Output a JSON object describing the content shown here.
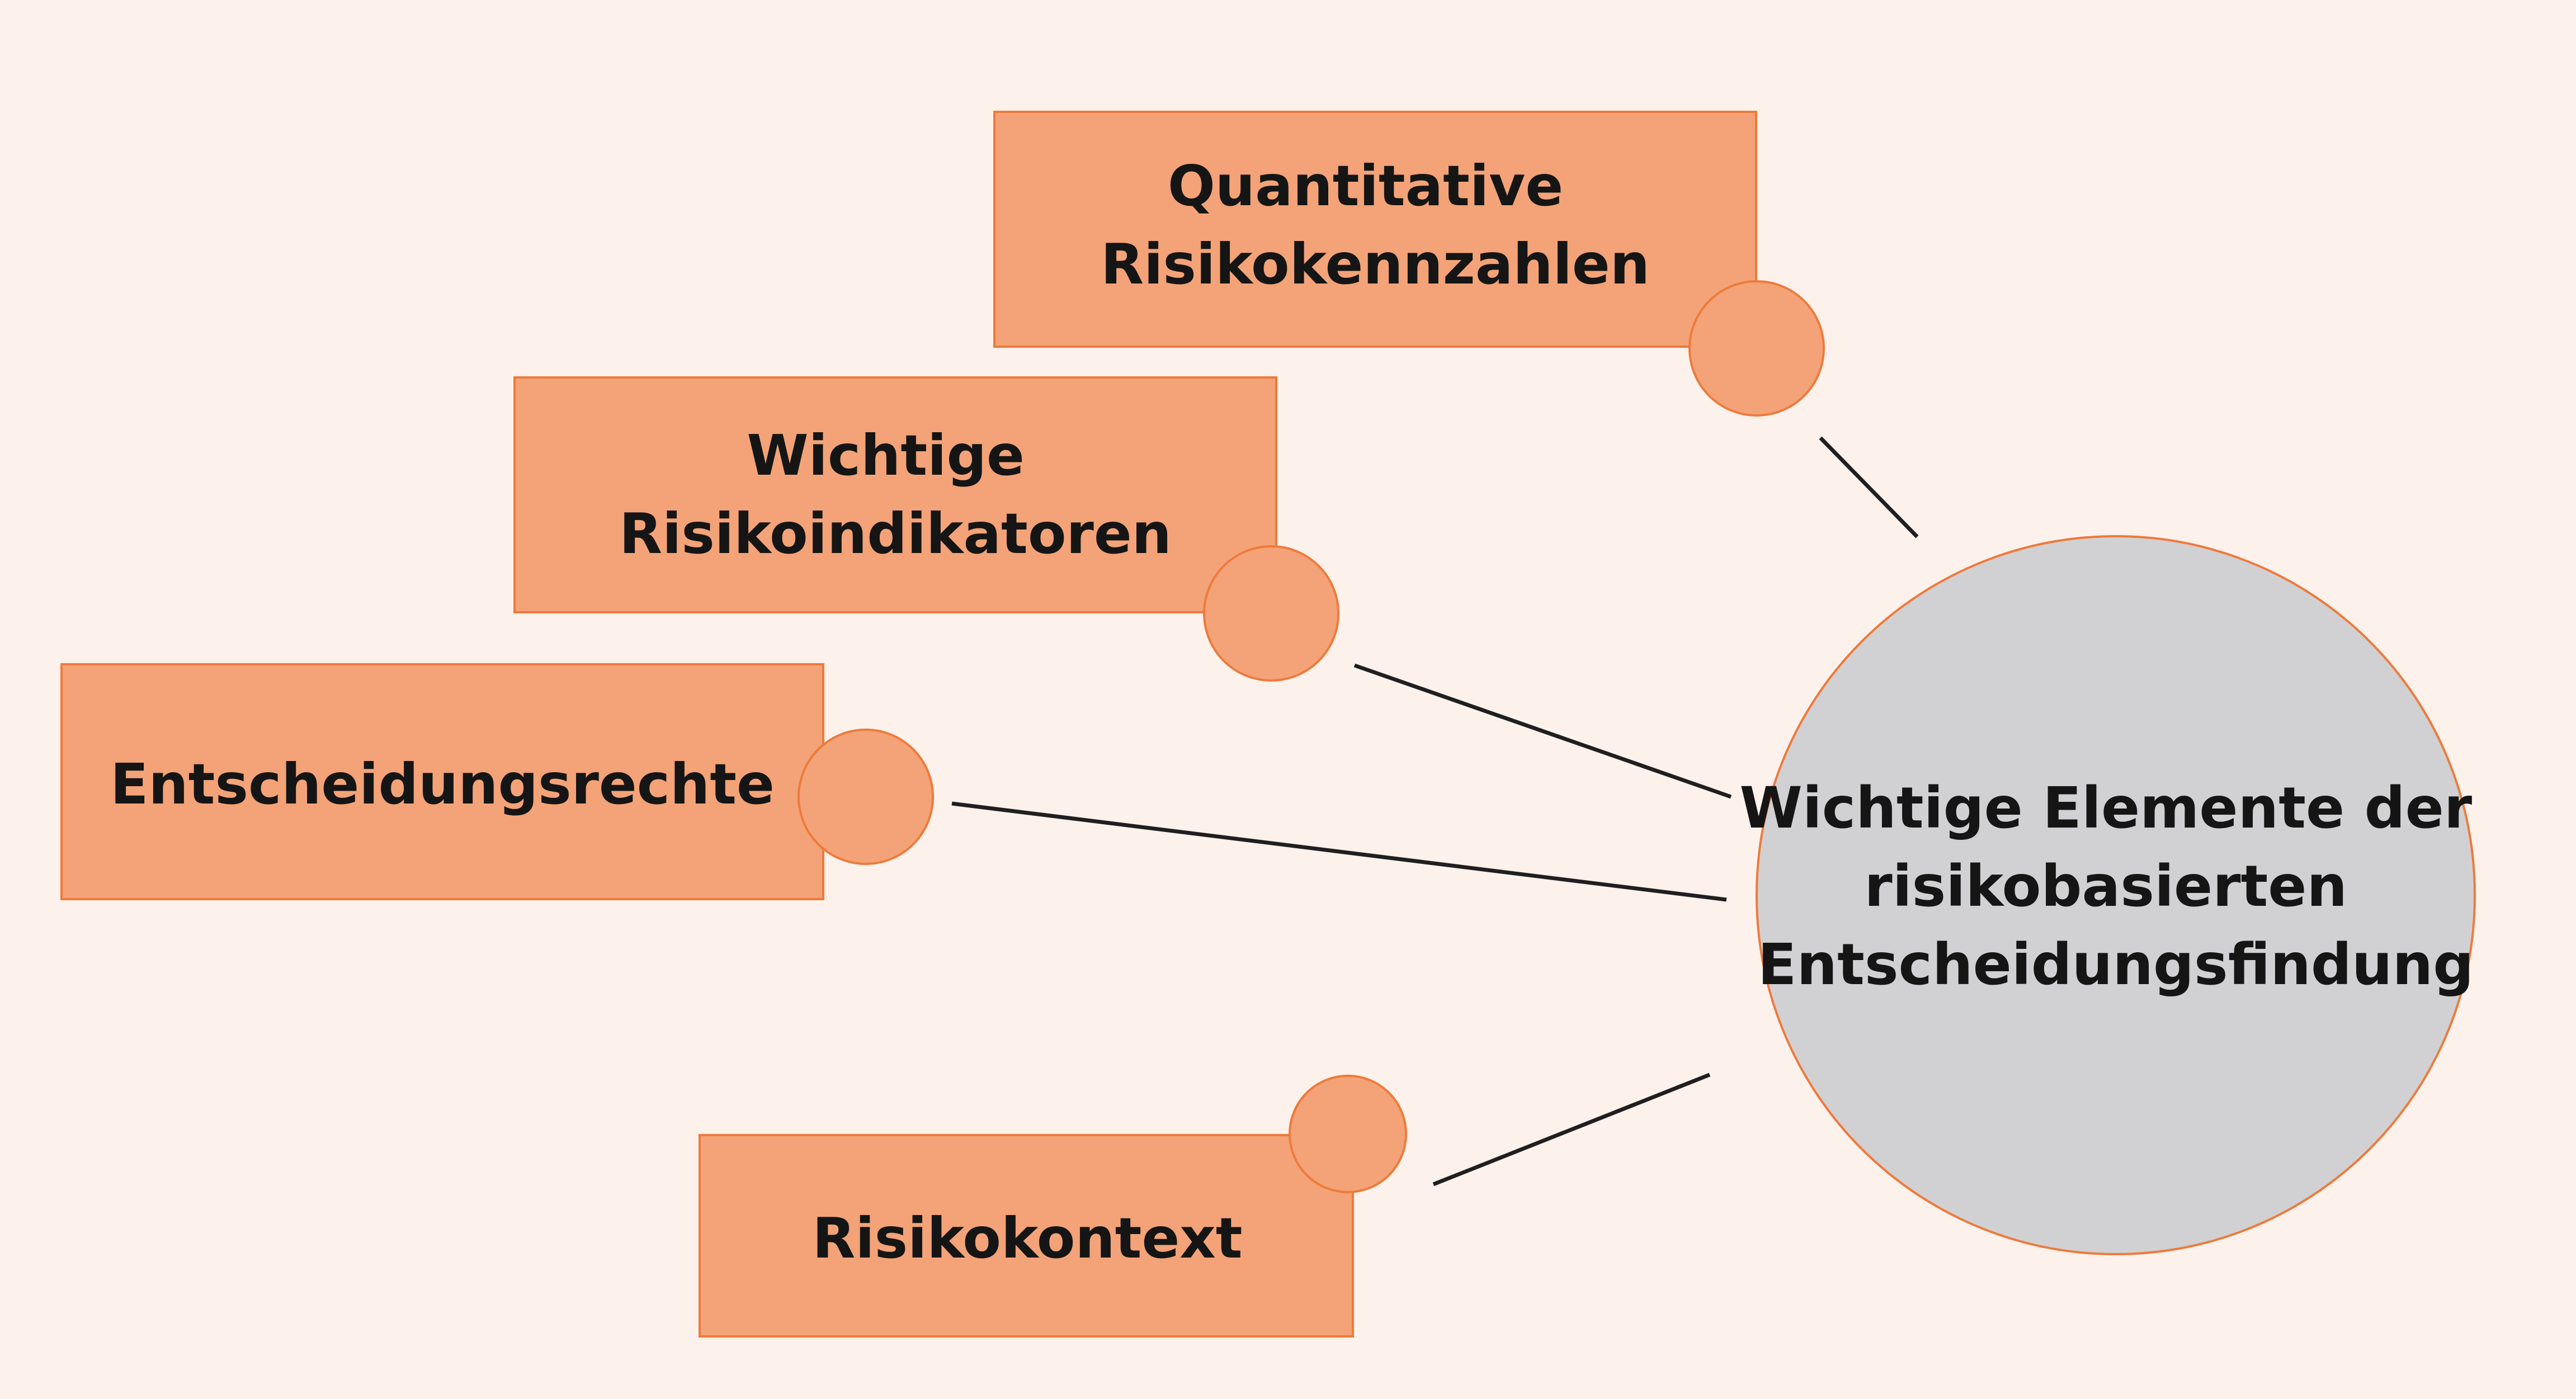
{
  "center": {
    "lines": [
      "Wichtige Elemente der",
      "risikobasierten",
      "Entscheidungsfindung"
    ]
  },
  "boxes": [
    {
      "id": "quantitative-risikokennzahlen",
      "lines": [
        "Quantitative",
        "Risikokennzahlen"
      ]
    },
    {
      "id": "wichtige-risikoindikatoren",
      "lines": [
        "Wichtige",
        "Risikoindikatoren"
      ]
    },
    {
      "id": "entscheidungsrechte",
      "lines": [
        "Entscheidungsrechte"
      ]
    },
    {
      "id": "risikokontext",
      "lines": [
        "Risikokontext"
      ]
    }
  ],
  "colors": {
    "background": "#fdf1ec",
    "box_fill": "#f3a377",
    "box_stroke": "#ee7a3b",
    "center_fill": "#d1d1d3",
    "connector": "#1f1f1f"
  }
}
